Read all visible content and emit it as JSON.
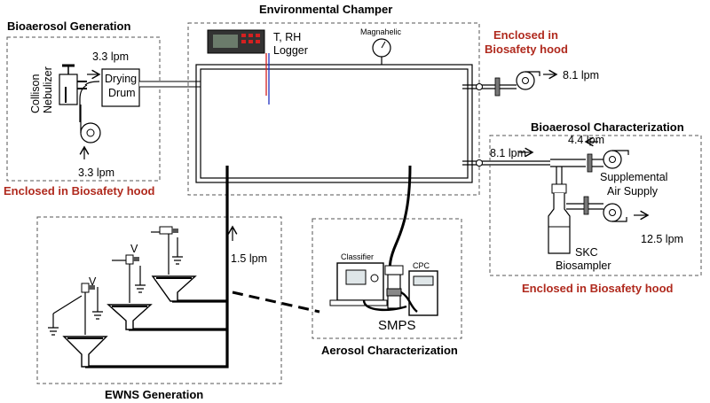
{
  "titles": {
    "chamber": "Environmental Champer",
    "bioaerosol_generation": "Bioaerosol Generation",
    "bioaerosol_characterization": "Bioaerosol Characterization",
    "aerosol_characterization": "Aerosol Characterization",
    "ewns_generation": "EWNS Generation"
  },
  "hood_labels": {
    "generation": "Enclosed in Biosafety hood",
    "chamber_line1": "Enclosed in",
    "chamber_line2": "Biosafety hood",
    "characterization": "Enclosed in Biosafety hood"
  },
  "components": {
    "collison_line1": "Collison",
    "collison_line2": "Nebulizer",
    "drying_line1": "Drying",
    "drying_line2": "Drum",
    "logger_line1": "T, RH",
    "logger_line2": "Logger",
    "magnahelic": "Magnahelic",
    "supplemental_line1": "Supplemental",
    "supplemental_line2": "Air Supply",
    "skc_line1": "SKC",
    "skc_line2": "Biosampler",
    "classifier": "Classifier",
    "cpc": "CPC",
    "smps": "SMPS",
    "voltage": "V"
  },
  "flows": {
    "nebulizer_out": "3.3 lpm",
    "pump_in": "3.3 lpm",
    "chamber_exhaust": "8.1 lpm",
    "supplemental": "4.4 lpm",
    "to_biosampler": "8.1 lpm",
    "biosampler_out": "12.5 lpm",
    "ewns": "1.5 lpm"
  },
  "colors": {
    "hood_label": "#b02a1e",
    "logger_red": "#d42020",
    "logger_blue": "#2030c0",
    "box_border": "#555555"
  }
}
